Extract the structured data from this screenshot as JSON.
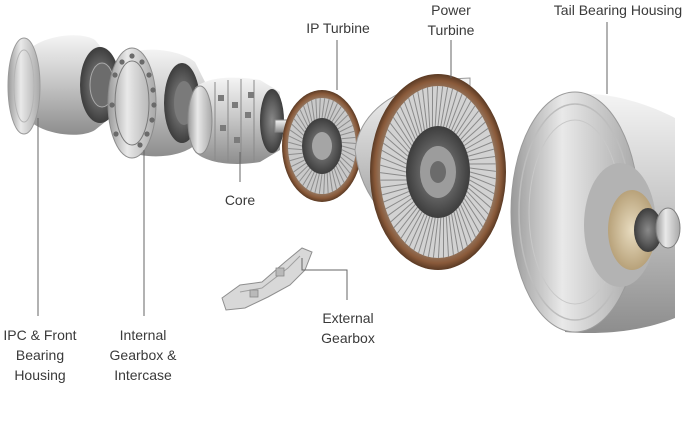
{
  "labels": {
    "ipc_front_bearing_housing": [
      "IPC & Front",
      "Bearing",
      "Housing"
    ],
    "internal_gearbox_intercase": [
      "Internal",
      "Gearbox &",
      "Intercase"
    ],
    "core": "Core",
    "ip_turbine": "IP Turbine",
    "power_turbine": [
      "Power",
      "Turbine"
    ],
    "tail_bearing_housing": "Tail Bearing Housing",
    "external_gearbox": [
      "External",
      "Gearbox"
    ]
  }
}
